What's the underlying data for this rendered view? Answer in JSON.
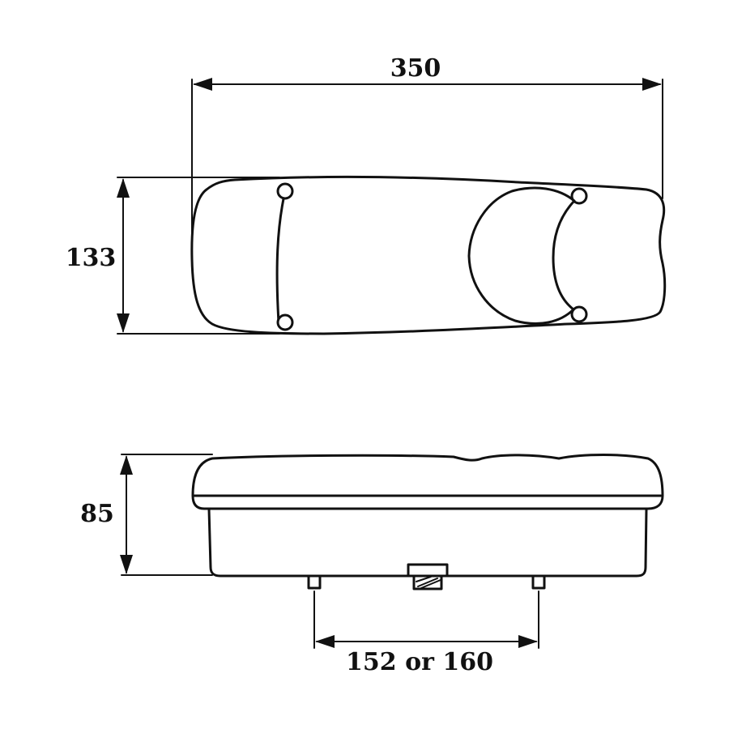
{
  "dimensions": {
    "width_label": "350",
    "height_label": "133",
    "depth_label": "85",
    "stud_spacing_label": "152 or 160"
  }
}
